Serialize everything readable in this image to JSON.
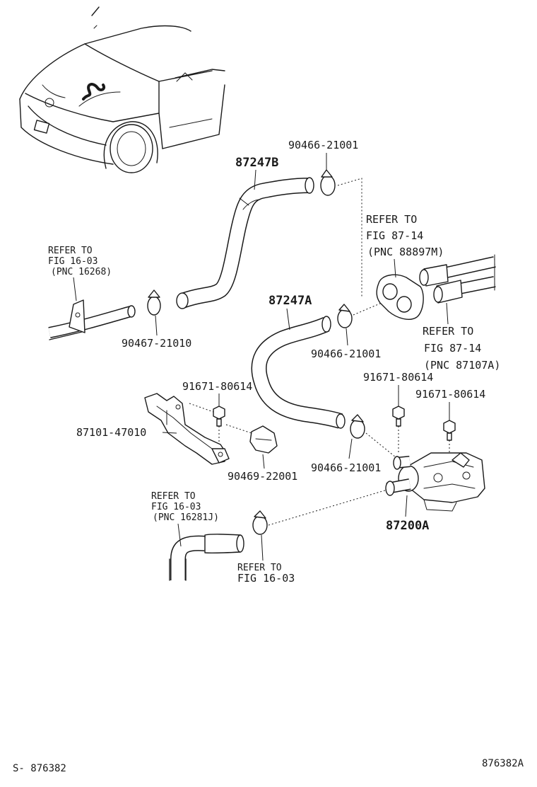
{
  "parts": {
    "hose_upper": "87247B",
    "hose_lower": "87247A",
    "valve": "87200A",
    "bracket": "87101-47010",
    "clip": "90469-22001",
    "clamp_top": "90466-21001",
    "clamp_left": "90467-21010",
    "clamp_mid": "90466-21001",
    "clamp_low": "90466-21001",
    "bolt_left": "91671-80614",
    "bolt_mid": "91671-80614",
    "bolt_right": "91671-80614"
  },
  "refs": {
    "fig16_top": {
      "line1": "REFER TO",
      "line2": "FIG 16-03",
      "line3": "(PNC 16268)"
    },
    "fig87_top": {
      "line1": "REFER TO",
      "line2": "FIG 87-14",
      "line3": "(PNC 88897M)"
    },
    "fig87_right": {
      "line1": "REFER TO",
      "line2": "FIG 87-14",
      "line3": "(PNC 87107A)"
    },
    "fig16_low": {
      "line1": "REFER TO",
      "line2": "FIG 16-03",
      "line3": "(PNC 16281J)"
    },
    "fig16_bottom": {
      "line1": "REFER TO",
      "line2": "FIG 16-03"
    }
  },
  "footer": {
    "left": "S- 876382",
    "right": "876382A"
  }
}
